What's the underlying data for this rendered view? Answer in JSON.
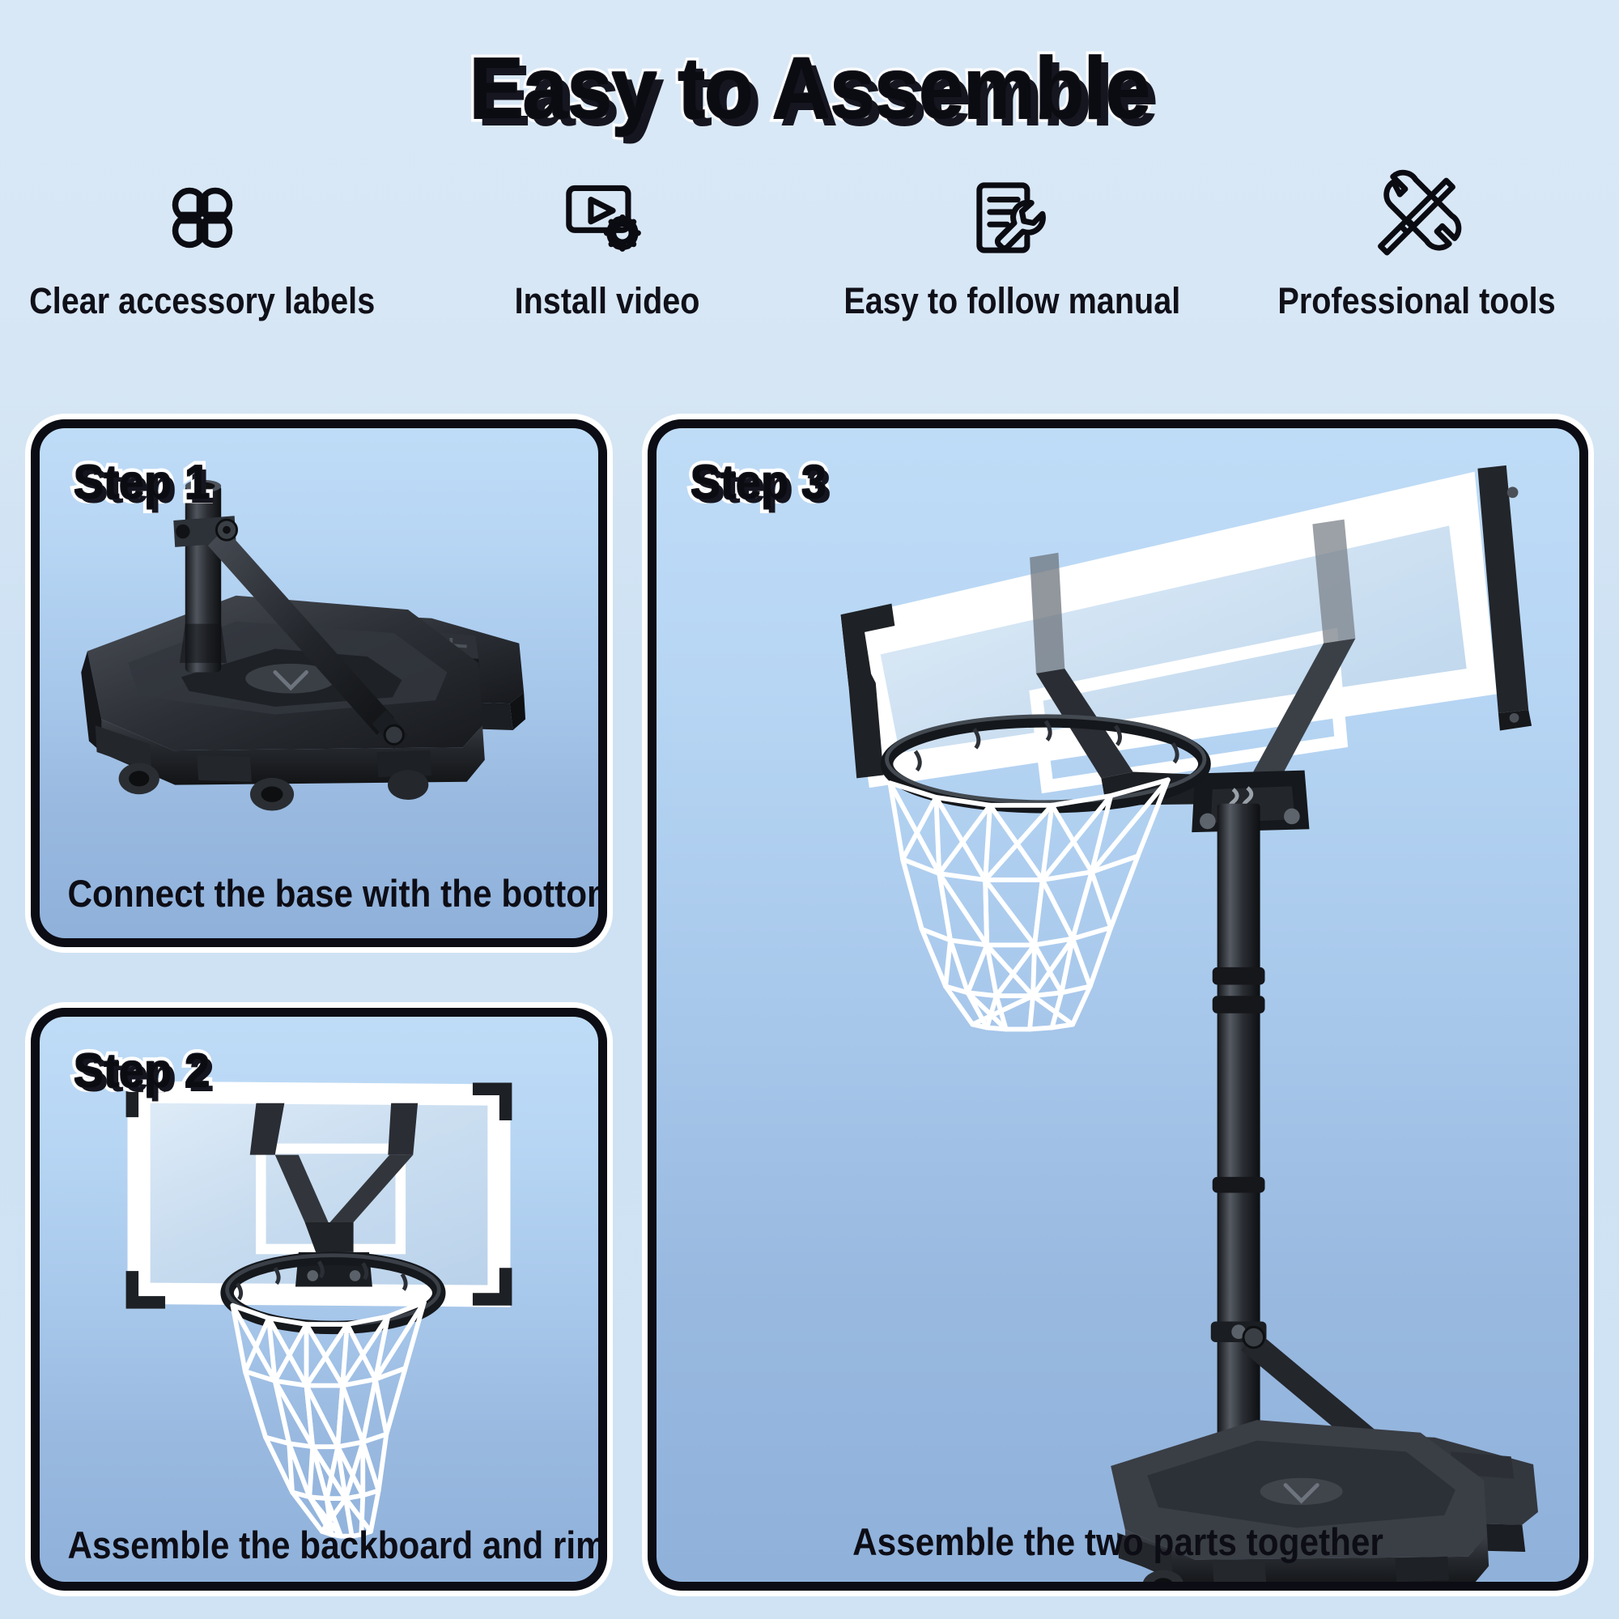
{
  "page": {
    "title": "Easy to Assemble",
    "background_top": "#d9e8f6",
    "background_bottom": "#cfe3f4",
    "accent_dark": "#0c0c14",
    "outline_color": "#ffffff"
  },
  "features": [
    {
      "label": "Clear accessory labels",
      "icon": "clover-label-icon"
    },
    {
      "label": "Install video",
      "icon": "video-gear-icon"
    },
    {
      "label": "Easy to follow manual",
      "icon": "manual-wrench-icon"
    },
    {
      "label": "Professional tools",
      "icon": "wrench-screwdriver-icon"
    }
  ],
  "steps": [
    {
      "badge": "Step 1",
      "caption": "Connect the base with the bottom tube",
      "art": "base-with-bottom-tube"
    },
    {
      "badge": "Step 2",
      "caption": "Assemble the backboard and rim",
      "art": "backboard-and-rim"
    },
    {
      "badge": "Step 3",
      "caption": "Assemble the two parts together",
      "art": "full-hoop-assembled"
    }
  ],
  "panel_style": {
    "border_color": "#0c0c14",
    "gradient_top": "#bfdcf7",
    "gradient_bottom": "#8fb1da"
  }
}
